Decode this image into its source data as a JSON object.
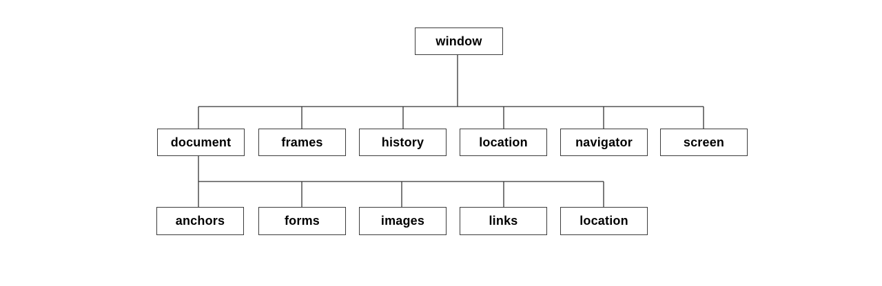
{
  "diagram": {
    "root": {
      "label": "window"
    },
    "level1": [
      {
        "label": "document"
      },
      {
        "label": "frames"
      },
      {
        "label": "history"
      },
      {
        "label": "location"
      },
      {
        "label": "navigator"
      },
      {
        "label": "screen"
      }
    ],
    "level2": [
      {
        "label": "anchors"
      },
      {
        "label": "forms"
      },
      {
        "label": "images"
      },
      {
        "label": "links"
      },
      {
        "label": "location"
      }
    ],
    "colors": {
      "line": "#333333",
      "border": "#3a3a3a",
      "background": "#ffffff",
      "text": "#000000"
    }
  }
}
